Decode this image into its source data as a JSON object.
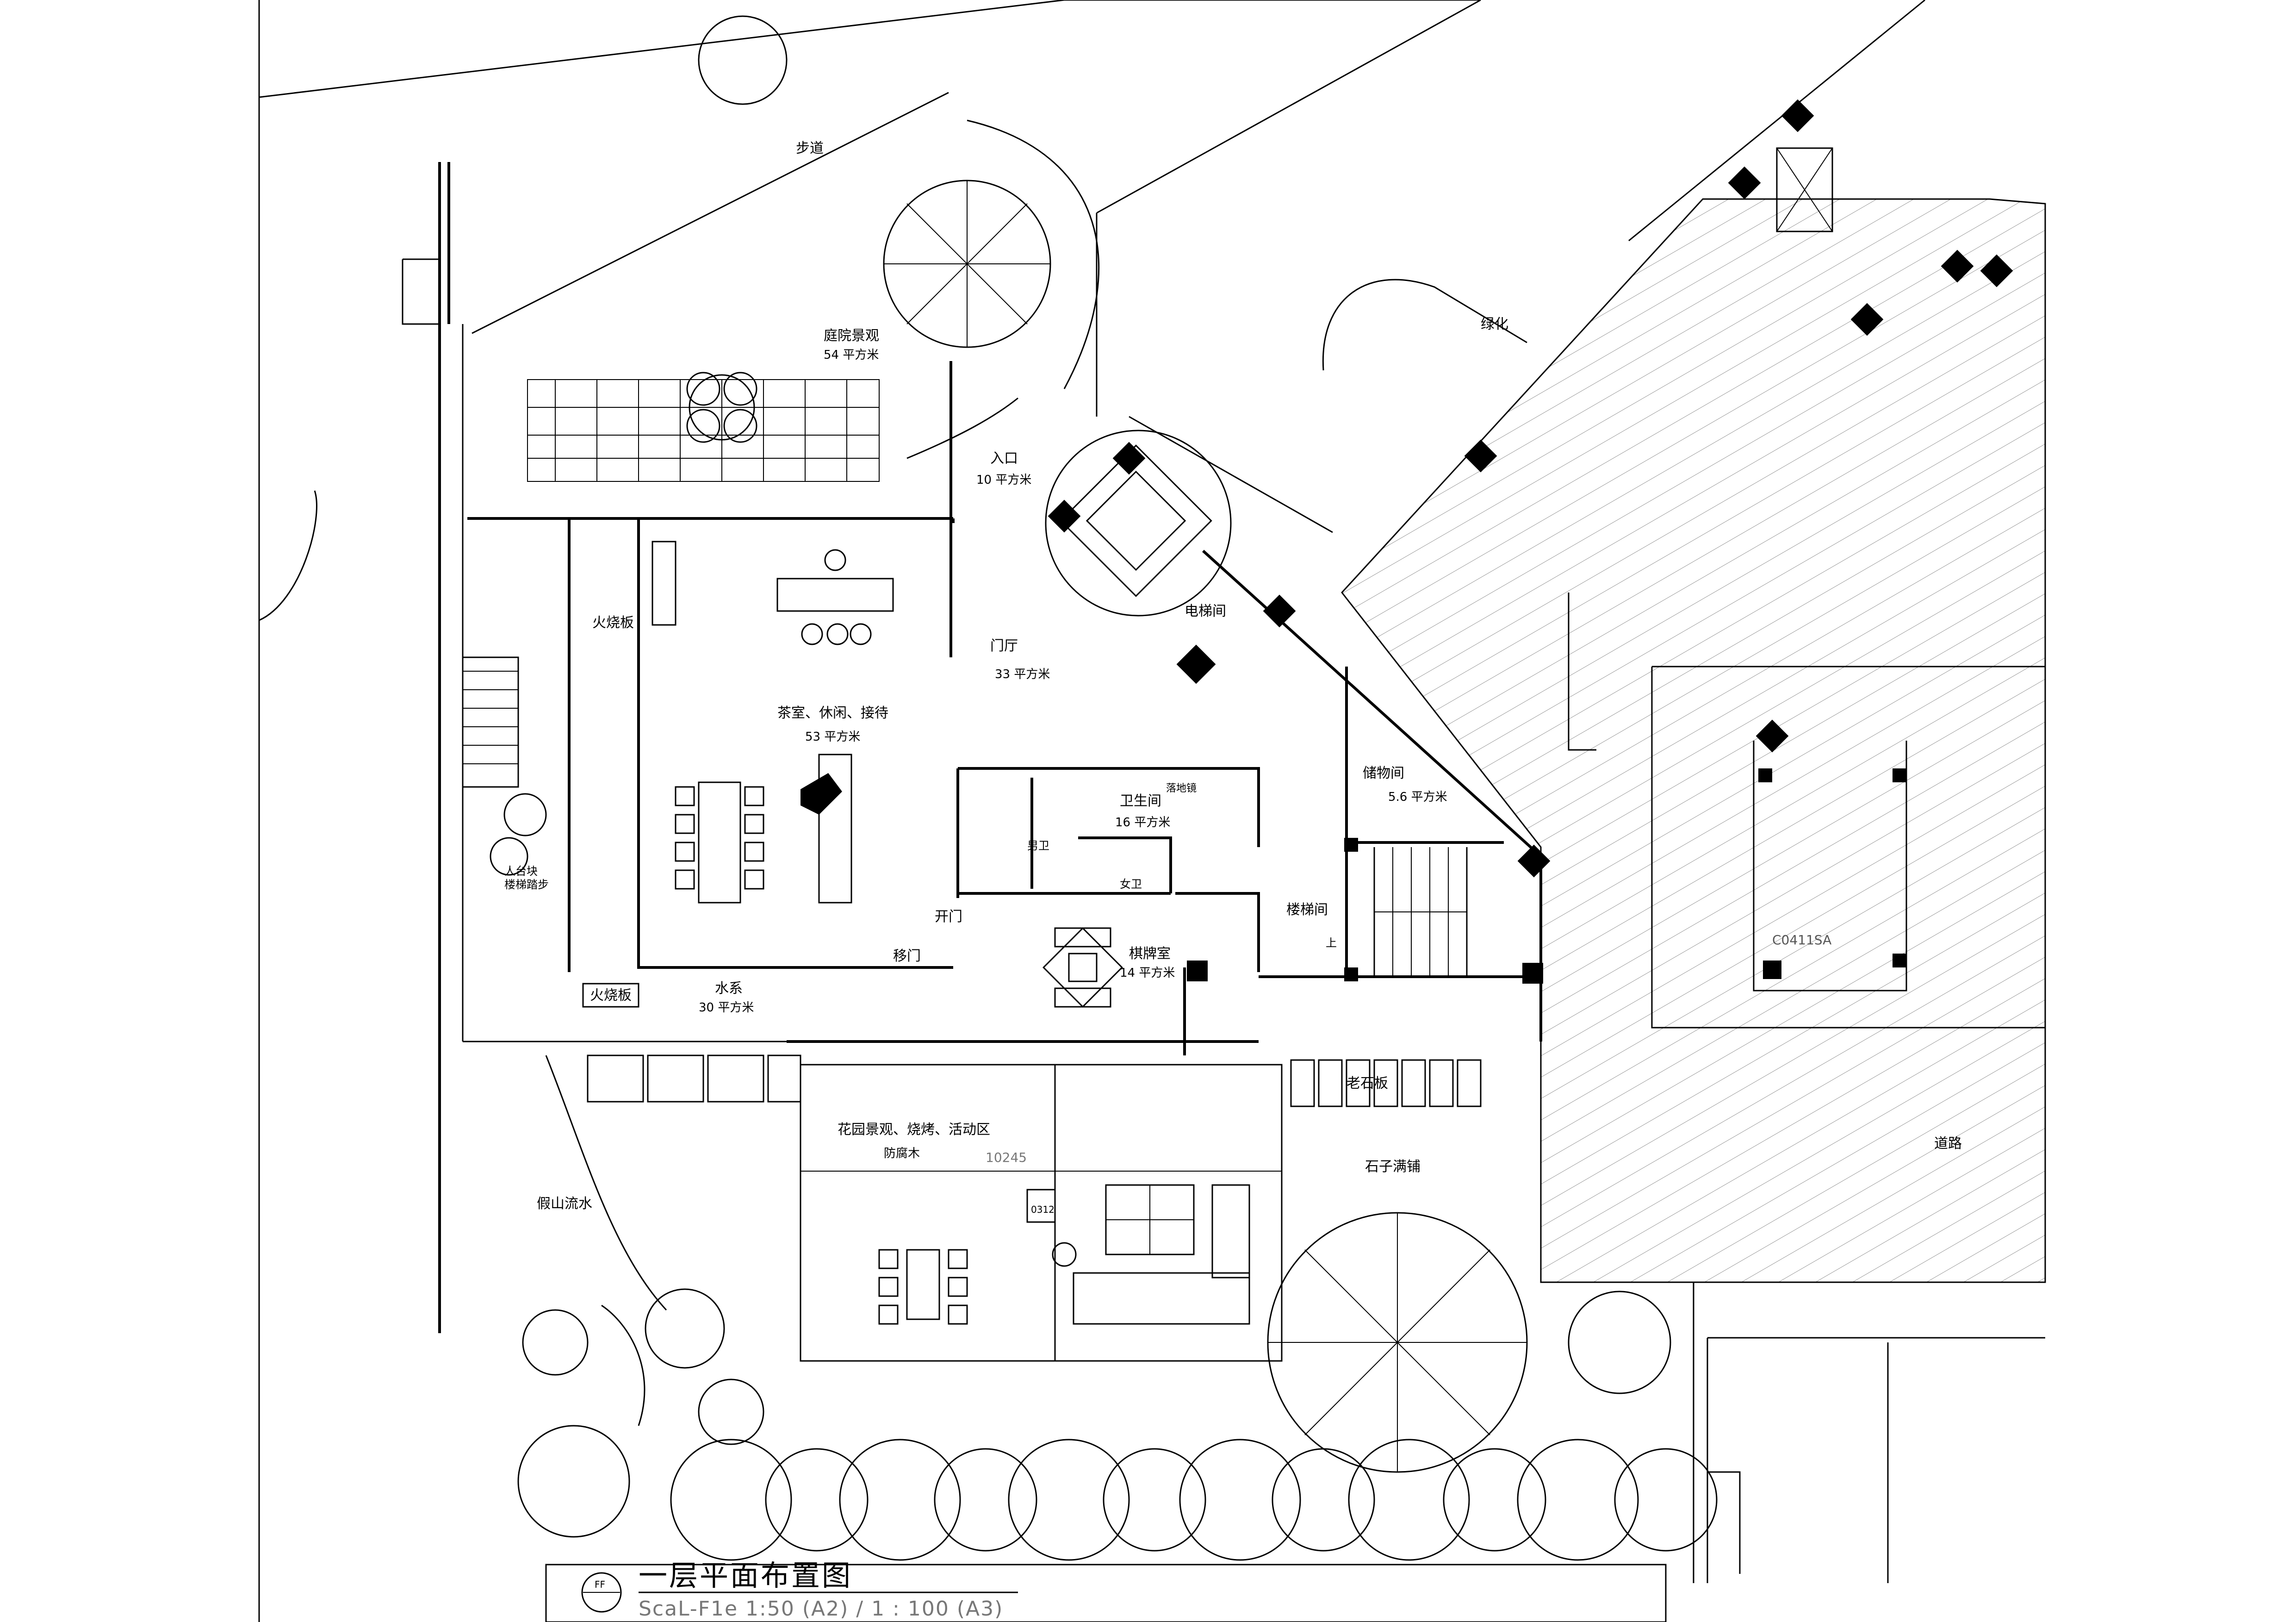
{
  "drawing": {
    "title": "一层平面布置图",
    "scale_text": "ScaL-F1e 1:50 (A2) / 1 : 100 (A3)",
    "tag": "FF",
    "dimension": "10245",
    "window_code": "C0411SA",
    "chair_label": "0312"
  },
  "rooms": [
    {
      "name": "步道",
      "area": ""
    },
    {
      "name": "庭院景观",
      "area": "54 平方米"
    },
    {
      "name": "入口",
      "area": "10 平方米"
    },
    {
      "name": "绿化",
      "area": ""
    },
    {
      "name": "电梯间",
      "area": ""
    },
    {
      "name": "门厅",
      "area": "33 平方米"
    },
    {
      "name": "茶室、休闲、接待",
      "area": "53 平方米"
    },
    {
      "name": "储物间",
      "area": "5.6 平方米"
    },
    {
      "name": "卫生间",
      "area": "16 平方米"
    },
    {
      "name": "楼梯间",
      "area": ""
    },
    {
      "name": "棋牌室",
      "area": "14 平方米"
    },
    {
      "name": "水系",
      "area": "30 平方米"
    },
    {
      "name": "花园景观、烧烤、活动区",
      "area": "防腐木"
    },
    {
      "name": "石子满铺",
      "area": ""
    },
    {
      "name": "道路",
      "area": ""
    },
    {
      "name": "假山流水",
      "area": ""
    }
  ],
  "labels": {
    "fireplace_1": "火烧板",
    "fireplace_2": "火烧板",
    "stone_steps": "人台块\n楼梯踏步",
    "male_wc": "男卫",
    "female_wc": "女卫",
    "open_door": "开门",
    "sliding_door": "移门",
    "mirror": "落地镜",
    "slate": "老石板",
    "stair_up": "上"
  }
}
